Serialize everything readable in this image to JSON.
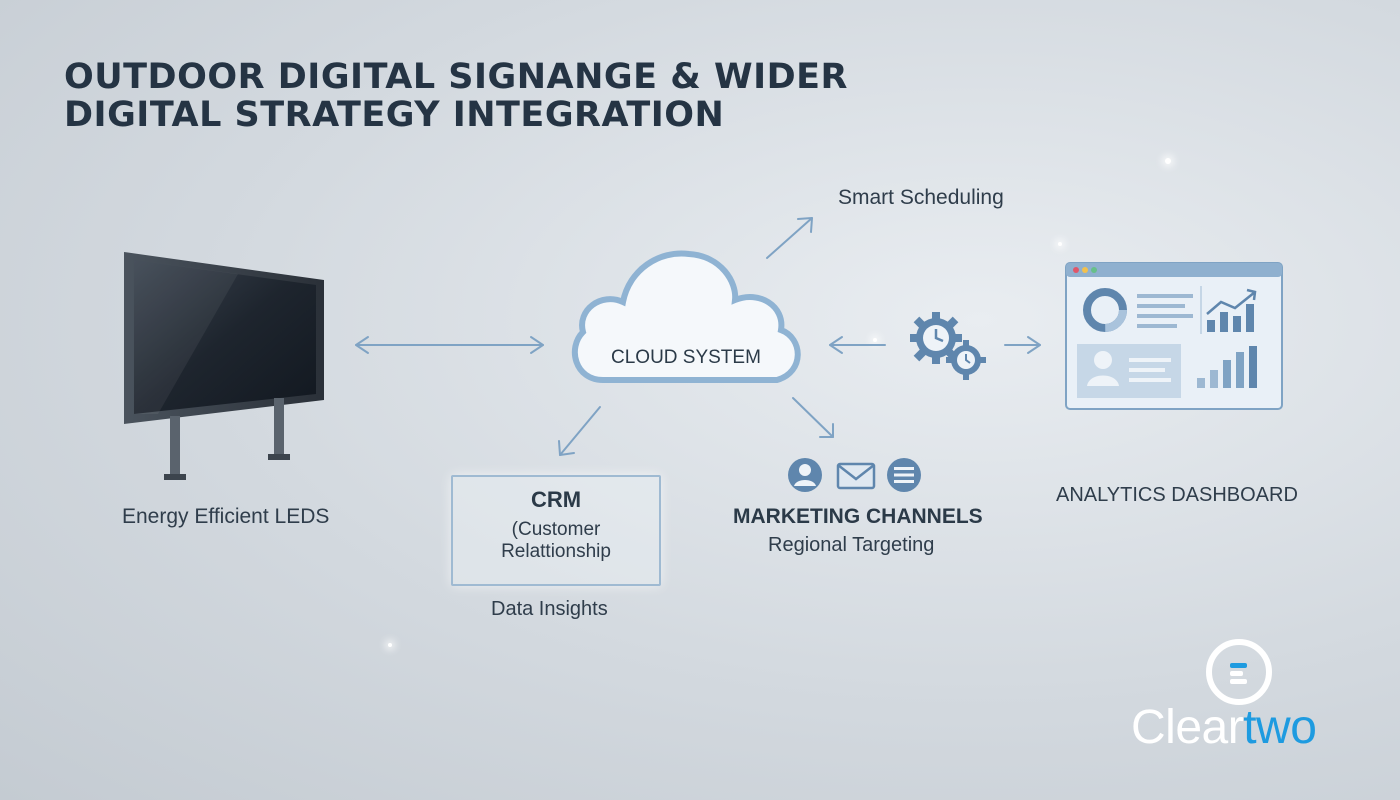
{
  "title": {
    "line1": "OUTDOOR DIGITAL SIGNANGE & WIDER",
    "line2": "DIGITAL STRATEGY INTEGRATION"
  },
  "nodes": {
    "leds_label": "Energy Efficient LEDS",
    "cloud_label": "CLOUD SYSTEM",
    "scheduling_label": "Smart Scheduling",
    "crm_title": "CRM",
    "crm_sub1": "(Customer",
    "crm_sub2": "Relattionship",
    "data_insights_label": "Data Insights",
    "marketing_title": "MARKETING CHANNELS",
    "marketing_sub": "Regional Targeting",
    "analytics_label": "ANALYTICS DASHBOARD"
  },
  "icons": {
    "display": "outdoor-display-icon",
    "cloud": "cloud-icon",
    "gears": "gears-clock-icon",
    "dashboard": "dashboard-screen-icon",
    "user": "user-icon",
    "mail": "mail-icon",
    "list": "list-icon"
  },
  "logo": {
    "part1": "Clear",
    "part2": "two"
  },
  "colors": {
    "accent": "#1e9be0",
    "line": "#7fa3c4",
    "title": "#253444"
  }
}
